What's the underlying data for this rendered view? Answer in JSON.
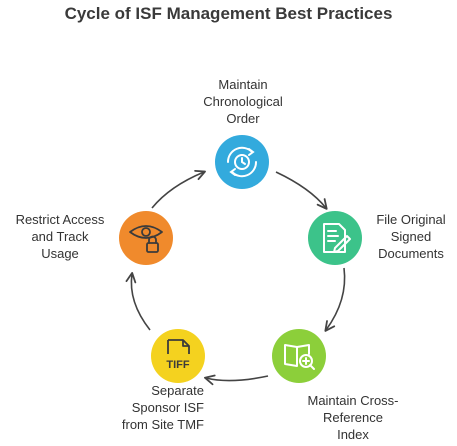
{
  "title": "Cycle of ISF Management Best Practices",
  "nodes": [
    {
      "id": "top",
      "lines": [
        "Maintain",
        "Chronological",
        "Order"
      ],
      "icon": "clock-refresh-icon",
      "color": "#33aadd"
    },
    {
      "id": "right",
      "lines": [
        "File Original",
        "Signed",
        "Documents"
      ],
      "icon": "document-sign-icon",
      "color": "#3cc38a"
    },
    {
      "id": "bottom_right",
      "lines": [
        "Maintain Cross-",
        "Reference",
        "Index"
      ],
      "icon": "book-search-icon",
      "color": "#8ccf3a"
    },
    {
      "id": "bottom_left",
      "lines": [
        "Separate",
        "Sponsor ISF",
        "from Site TMF"
      ],
      "icon": "tiff-file-icon",
      "color": "#f4d21f"
    },
    {
      "id": "left",
      "lines": [
        "Restrict Access",
        "and Track",
        "Usage"
      ],
      "icon": "eye-lock-icon",
      "color": "#f08a2c"
    }
  ],
  "icon_text": {
    "tiff": "TIFF"
  }
}
